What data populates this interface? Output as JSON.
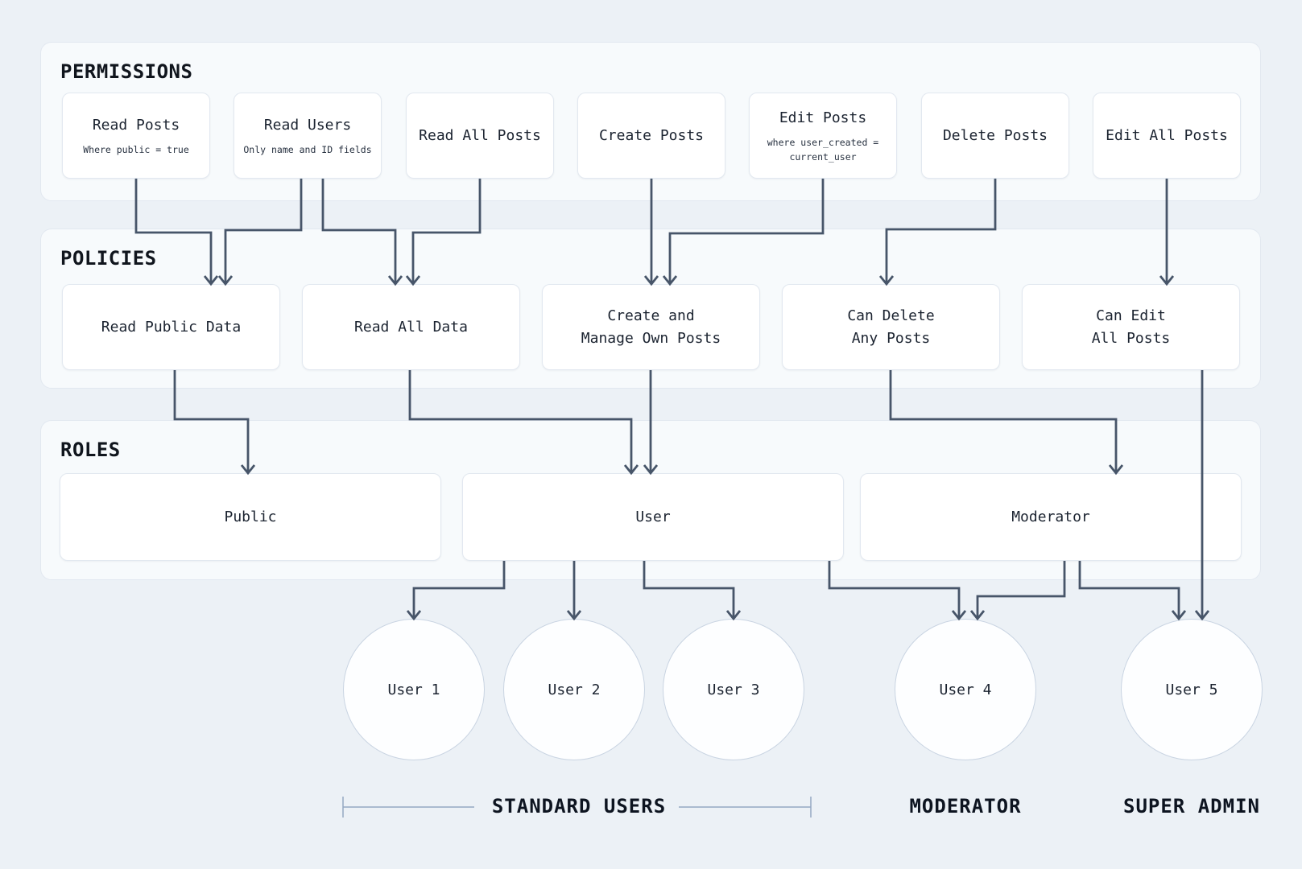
{
  "colors": {
    "connector": "#475569",
    "bracket": "#94a8c2",
    "page_background": "#ecf1f6",
    "panel_background": "#f7fafc",
    "node_background": "#ffffff"
  },
  "sections": {
    "permissions": {
      "title": "PERMISSIONS",
      "items": [
        {
          "label": "Read Posts",
          "sublabel": "Where public = true"
        },
        {
          "label": "Read Users",
          "sublabel": "Only name and ID fields"
        },
        {
          "label": "Read All Posts",
          "sublabel": ""
        },
        {
          "label": "Create Posts",
          "sublabel": ""
        },
        {
          "label": "Edit Posts",
          "sublabel": "where user_created = current_user"
        },
        {
          "label": "Delete Posts",
          "sublabel": ""
        },
        {
          "label": "Edit All Posts",
          "sublabel": ""
        }
      ]
    },
    "policies": {
      "title": "POLICIES",
      "items": [
        {
          "lines": [
            "Read Public Data"
          ]
        },
        {
          "lines": [
            "Read All Data"
          ]
        },
        {
          "lines": [
            "Create and",
            "Manage Own Posts"
          ]
        },
        {
          "lines": [
            "Can Delete",
            "Any Posts"
          ]
        },
        {
          "lines": [
            "Can Edit",
            "All Posts"
          ]
        }
      ]
    },
    "roles": {
      "title": "ROLES",
      "items": [
        {
          "label": "Public"
        },
        {
          "label": "User"
        },
        {
          "label": "Moderator"
        }
      ]
    },
    "users": {
      "items": [
        {
          "label": "User 1"
        },
        {
          "label": "User 2"
        },
        {
          "label": "User 3"
        },
        {
          "label": "User 4"
        },
        {
          "label": "User 5"
        }
      ],
      "groups": [
        {
          "label": "STANDARD USERS"
        },
        {
          "label": "MODERATOR"
        },
        {
          "label": "SUPER ADMIN"
        }
      ]
    }
  }
}
